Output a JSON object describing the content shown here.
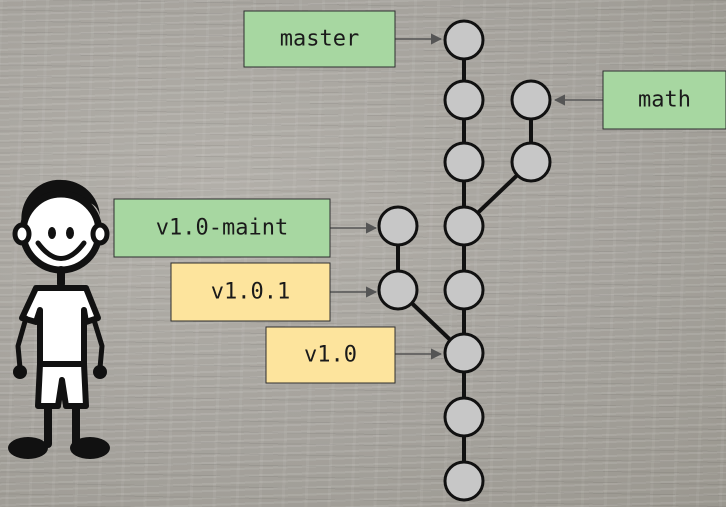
{
  "branches": {
    "master": "master",
    "math": "math",
    "maint": "v1.0-maint"
  },
  "tags": {
    "patch": "v1.0.1",
    "release": "v1.0"
  },
  "colors": {
    "branch_label": "#a7d7a1",
    "tag_label": "#fde49d",
    "commit_fill": "#c7c7c7",
    "commit_stroke": "#111111",
    "arrow": "#555555"
  },
  "icons": [
    "stick-figure-person-icon"
  ]
}
